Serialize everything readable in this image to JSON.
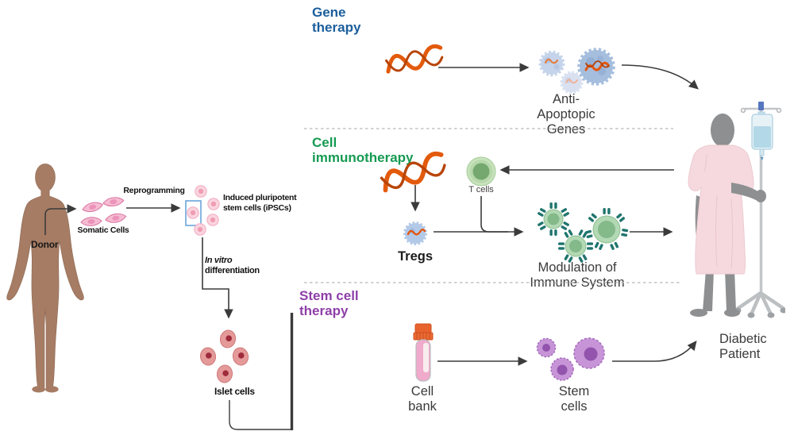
{
  "sections": {
    "gene_therapy": {
      "title": "Gene\ntherapy",
      "title_color": "#1b5e9c",
      "output_label": "Anti-\nApoptopic\nGenes"
    },
    "cell_immunotherapy": {
      "title": "Cell\nimmunotherapy",
      "title_color": "#169a52",
      "t_cells_label": "T cells",
      "tregs_label": "Tregs",
      "modulation_label": "Modulation of\nImmune System"
    },
    "stem_cell_therapy": {
      "title": "Stem cell\ntherapy",
      "title_color": "#8e3fa8",
      "cell_bank_label": "Cell\nbank",
      "stem_cells_label": "Stem\ncells"
    }
  },
  "ipsc_pathway": {
    "donor_label": "Donor",
    "somatic_cells_label": "Somatic Cells",
    "reprogramming_label": "Reprogramming",
    "ipsc_label": "Induced pluripotent\nstem cells (iPSCs)",
    "in_vitro_label_italic": "In vitro",
    "in_vitro_label_rest": "differentiation",
    "islet_cells_label": "Islet cells"
  },
  "patient": {
    "label": "Diabetic\nPatient"
  },
  "colors": {
    "dna_orange": "#e3590f",
    "capsid_blue": "#a6bede",
    "t_cell_green": "#74a86e",
    "receptor_teal": "#1f756d",
    "stem_cell_purple": "#c795d7",
    "islet_red": "#e59a9a",
    "somatic_pink": "#f6bcd2",
    "ipsc_pink": "#f9d4df",
    "donor_skin": "#a67c64",
    "patient_gray": "#8e8f91",
    "gown_pink": "#f5d9de",
    "arrow": "#3b3b3b",
    "divider": "#b8b8b8"
  }
}
